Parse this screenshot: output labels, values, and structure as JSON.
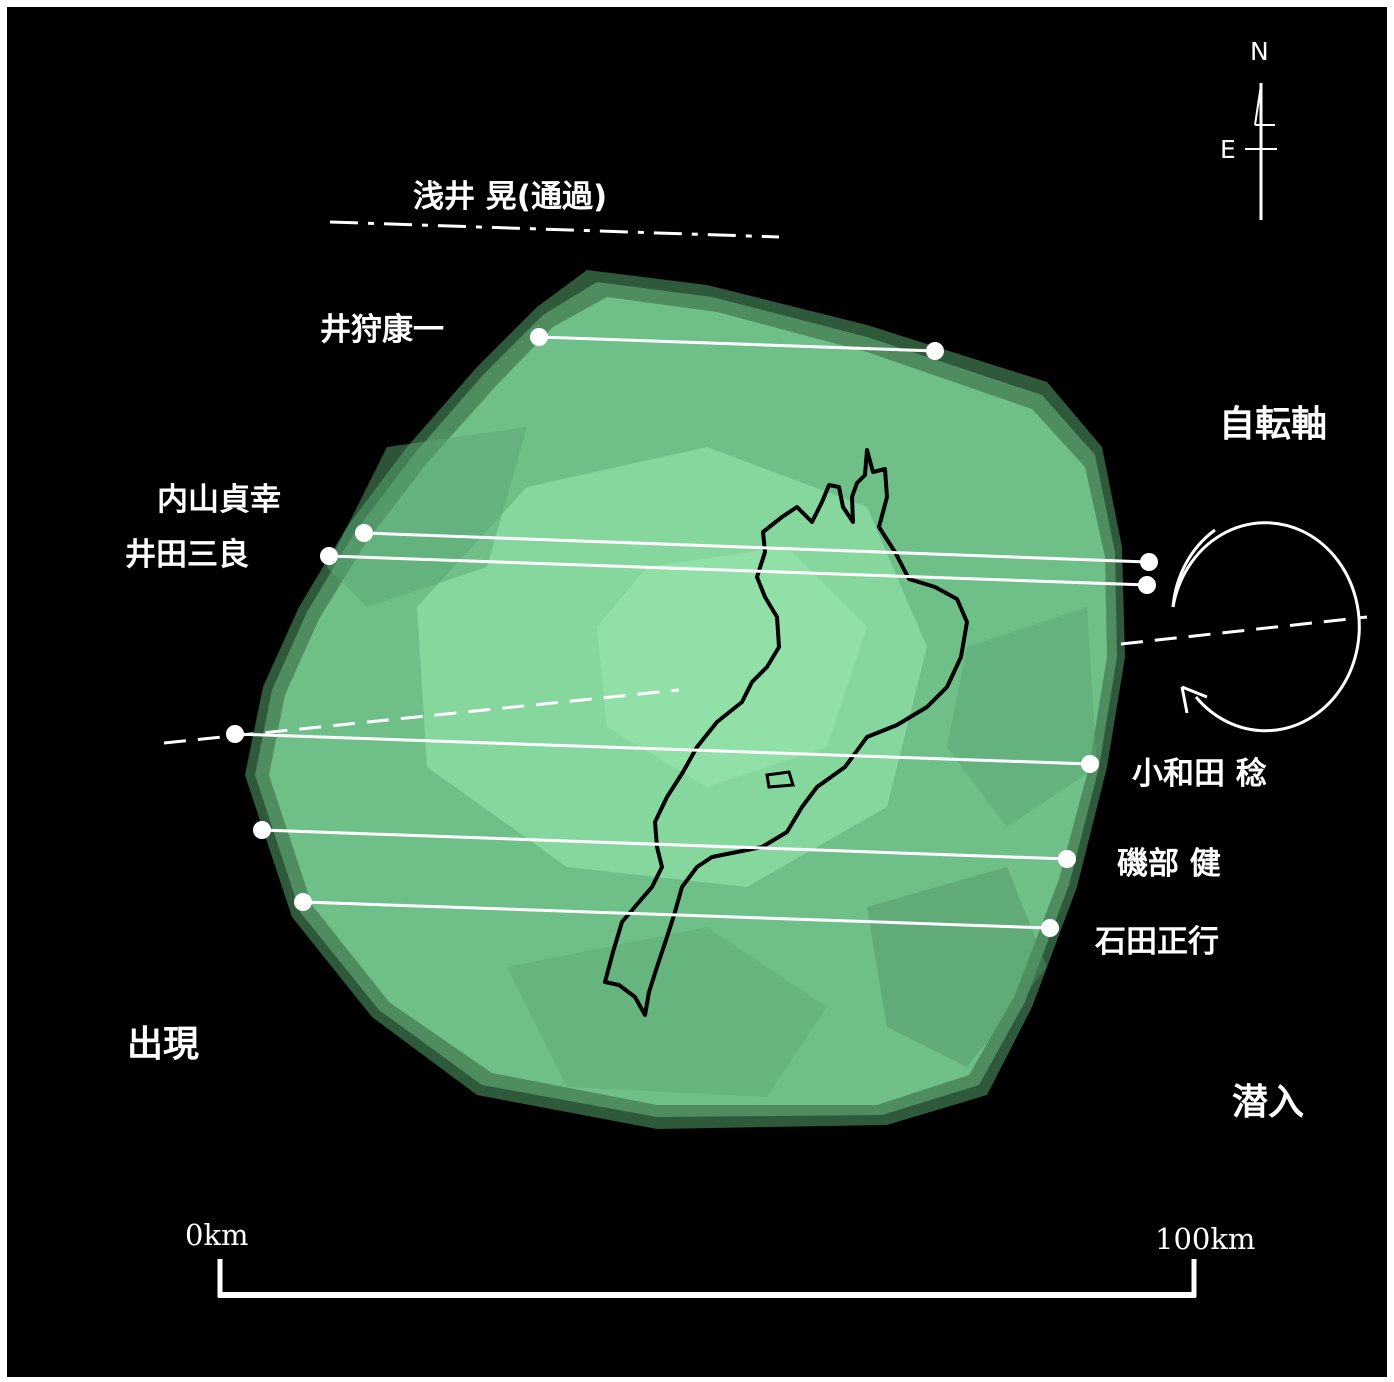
{
  "observers": [
    {
      "label": "浅井 晃(通過)",
      "result": "passed"
    },
    {
      "label": "井狩康一",
      "result": "chord"
    },
    {
      "label": "内山貞幸",
      "result": "chord"
    },
    {
      "label": "井田三良",
      "result": "chord"
    },
    {
      "label": "小和田 稔",
      "result": "chord"
    },
    {
      "label": "磯部 健",
      "result": "chord"
    },
    {
      "label": "石田正行",
      "result": "chord"
    }
  ],
  "labels": {
    "rotation_axis": "自転軸",
    "reappearance": "出現",
    "disappearance": "潜入"
  },
  "compass": {
    "north": "N",
    "east": "E"
  },
  "scale_bar": {
    "start_label": "0km",
    "end_label": "100km",
    "length_km": 100
  },
  "colors": {
    "background": "#000000",
    "shape_fill": "#7fd39a",
    "chord_color": "#ffffff",
    "lake_outline": "#000000"
  },
  "icons": {
    "compass": "north-arrow-icon",
    "rotation": "rotation-arrow-icon"
  }
}
